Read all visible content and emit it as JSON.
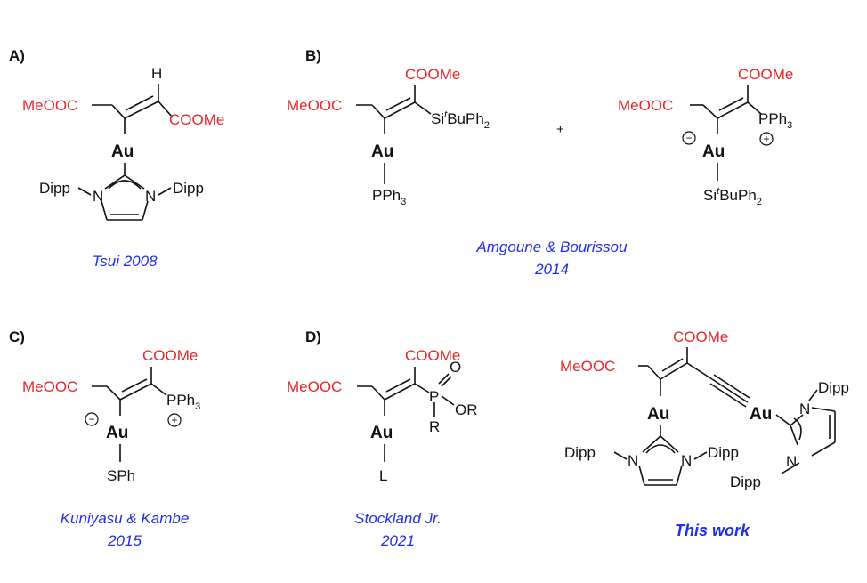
{
  "panels": {
    "A": {
      "label": "A)",
      "h": "H",
      "left_ester": "MeOOC",
      "right_ester": "COOMe",
      "metal": "Au",
      "n_left": "N",
      "n_right": "N",
      "dipp_left": "Dipp",
      "dipp_right": "Dipp",
      "citation": "Tsui 2008"
    },
    "B": {
      "label": "B)",
      "citation_line1": "Amgoune & Bourissou",
      "citation_line2": "2014",
      "plus": "+",
      "s1": {
        "top_ester": "COOMe",
        "left_ester": "MeOOC",
        "si": "Si",
        "t": "t",
        "buph": "BuPh",
        "sub2": "2",
        "metal": "Au",
        "pph3": "PPh",
        "sub3": "3"
      },
      "s2": {
        "top_ester": "COOMe",
        "left_ester": "MeOOC",
        "pph3": "PPh",
        "sub3": "3",
        "plus_charge": "+",
        "minus_charge": "−",
        "metal": "Au",
        "si": "Si",
        "t": "t",
        "buph": "BuPh",
        "sub2": "2"
      }
    },
    "C": {
      "label": "C)",
      "top_ester": "COOMe",
      "left_ester": "MeOOC",
      "pph3": "PPh",
      "sub3": "3",
      "plus_charge": "+",
      "minus_charge": "−",
      "metal": "Au",
      "sph": "SPh",
      "citation_line1": "Kuniyasu & Kambe",
      "citation_line2": "2015"
    },
    "D": {
      "label": "D)",
      "top_ester": "COOMe",
      "left_ester": "MeOOC",
      "p": "P",
      "o": "O",
      "or": "OR",
      "r": "R",
      "metal": "Au",
      "l": "L",
      "citation_line1": "Stockland Jr.",
      "citation_line2": "2021"
    },
    "E": {
      "top_ester": "COOMe",
      "left_ester": "MeOOC",
      "metal1": "Au",
      "metal2": "Au",
      "n": "N",
      "dipp": "Dipp",
      "citation": "This work"
    }
  },
  "colors": {
    "ester": "#e8262a",
    "citation": "#1f2ee8",
    "structure": "#111111"
  }
}
